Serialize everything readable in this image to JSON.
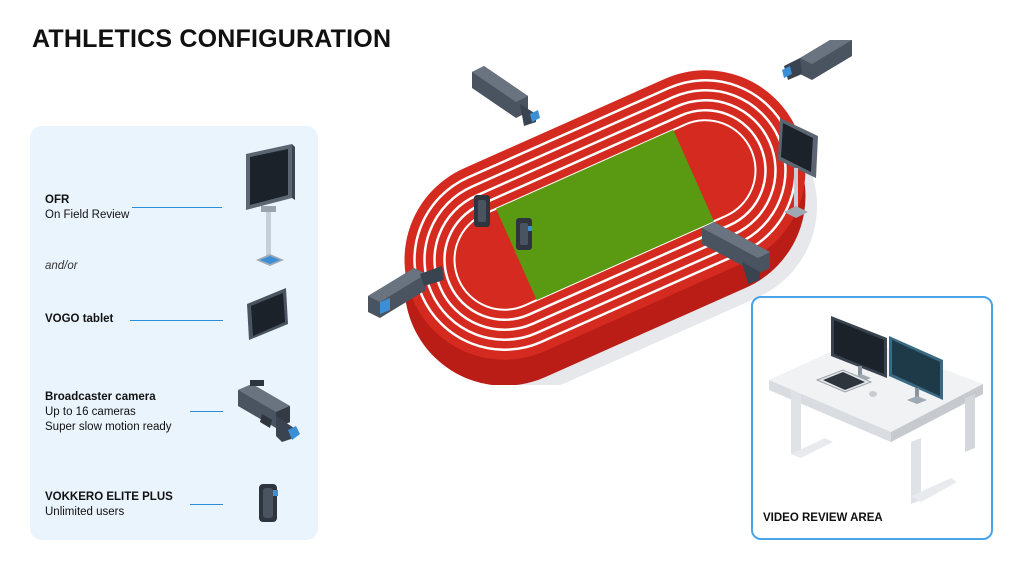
{
  "title": "ATHLETICS CONFIGURATION",
  "legend": {
    "ofr": {
      "name": "OFR",
      "desc": "On Field Review"
    },
    "or_text": "and/or",
    "tablet": {
      "name": "VOGO tablet"
    },
    "camera": {
      "name": "Broadcaster camera",
      "desc1": "Up to 16 cameras",
      "desc2": "Super slow motion ready"
    },
    "vokkero": {
      "name": "VOKKERO ELITE PLUS",
      "desc": "Unlimited users"
    }
  },
  "review_area": {
    "label": "VIDEO REVIEW AREA"
  },
  "colors": {
    "track": "#d42a20",
    "track_side": "#b91d16",
    "field": "#5a9a12",
    "accent_line": "#2a8fd8",
    "panel_bg": "#eaf4fd",
    "device_dark": "#3a4350",
    "device_blue": "#3a8fd6"
  },
  "icons": [
    "ofr-monitor-icon",
    "tablet-icon",
    "broadcast-camera-icon",
    "vokkero-device-icon",
    "desk-monitors-icon"
  ]
}
